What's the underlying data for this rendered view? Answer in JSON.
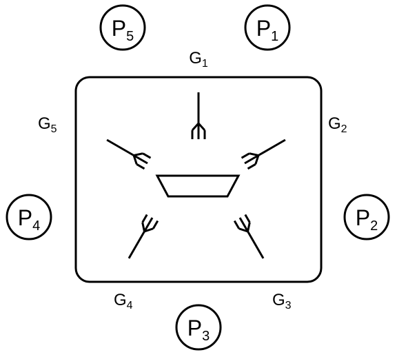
{
  "diagram": {
    "philosophers": [
      {
        "label": "P",
        "index": "1"
      },
      {
        "label": "P",
        "index": "2"
      },
      {
        "label": "P",
        "index": "3"
      },
      {
        "label": "P",
        "index": "4"
      },
      {
        "label": "P",
        "index": "5"
      }
    ],
    "gates": [
      {
        "label": "G",
        "index": "1"
      },
      {
        "label": "G",
        "index": "2"
      },
      {
        "label": "G",
        "index": "3"
      },
      {
        "label": "G",
        "index": "4"
      },
      {
        "label": "G",
        "index": "5"
      }
    ],
    "fork_icon": "fork-icon",
    "table_icon": "table-icon",
    "colors": {
      "stroke": "#000000",
      "background": "#ffffff"
    }
  }
}
